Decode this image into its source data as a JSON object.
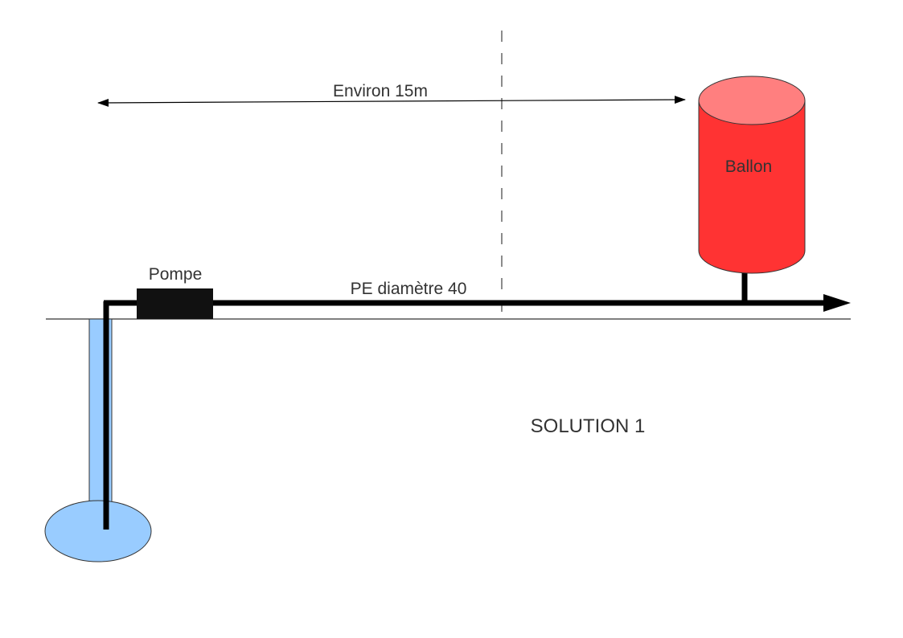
{
  "labels": {
    "distance": "Environ 15m",
    "tank": "Ballon",
    "pump": "Pompe",
    "pipe": "PE diamètre 40",
    "solution": "SOLUTION 1"
  },
  "colors": {
    "pipe": "#000000",
    "tank_body": "#ff3333",
    "tank_top": "#ff7f7f",
    "water": "#99ccff",
    "ground": "#333333",
    "dashed": "#666666"
  }
}
